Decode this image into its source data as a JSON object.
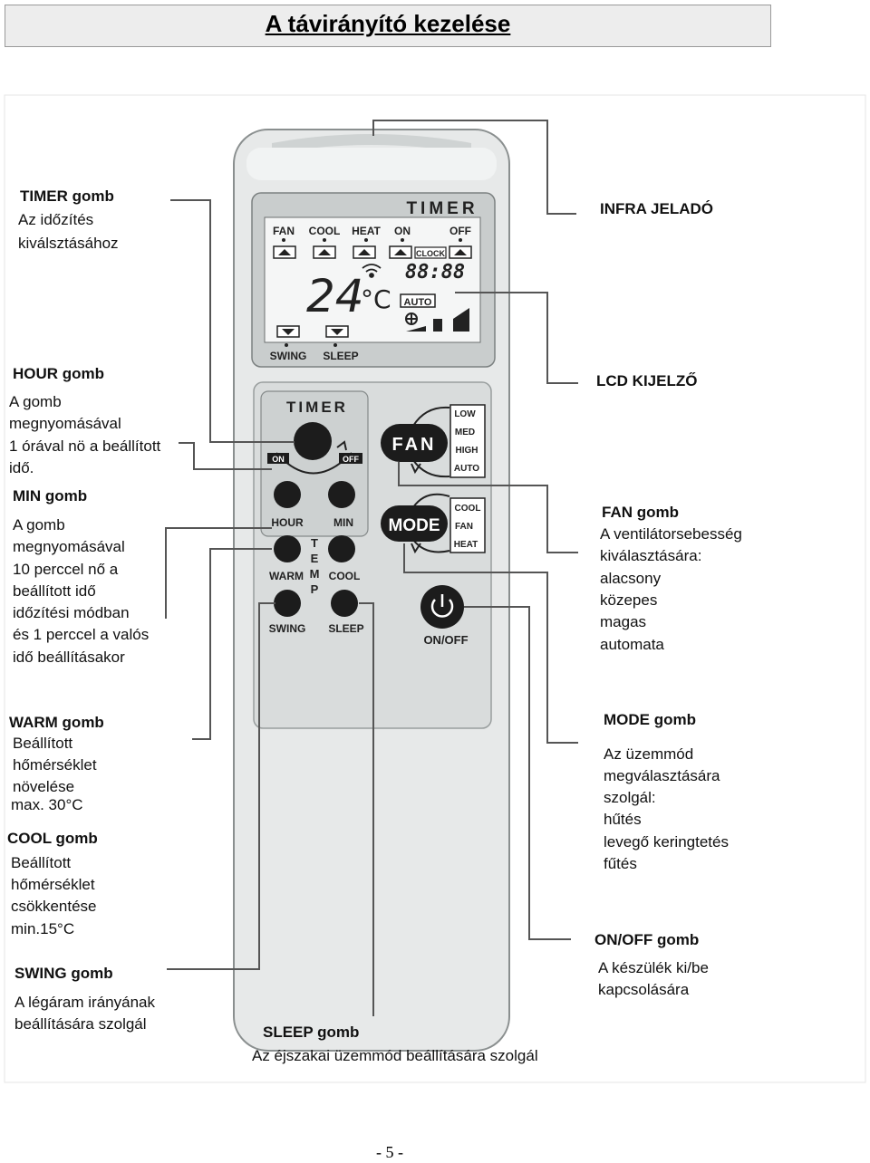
{
  "title": "A távirányító kezelése",
  "page_number": "- 5 -",
  "remote": {
    "lcd": {
      "timer": "TIMER",
      "modes": [
        "FAN",
        "COOL",
        "HEAT",
        "ON",
        "OFF"
      ],
      "clock_tag": "CLOCK",
      "clock": "88:88",
      "temperature": "24",
      "unit": "°C",
      "auto": "AUTO",
      "bottom": [
        "SWING",
        "SLEEP"
      ]
    },
    "buttons": {
      "timer_label": "TIMER",
      "on": "ON",
      "off": "OFF",
      "hour": "HOUR",
      "min": "MIN",
      "warm": "WARM",
      "cool": "COOL",
      "temp": [
        "T",
        "E",
        "M",
        "P"
      ],
      "swing": "SWING",
      "sleep": "SLEEP",
      "fan": "FAN",
      "fan_speeds": [
        "LOW",
        "MED",
        "HIGH",
        "AUTO"
      ],
      "mode": "MODE",
      "mode_list": [
        "COOL",
        "FAN",
        "HEAT"
      ],
      "onoff": "ON/OFF"
    }
  },
  "labels": {
    "timer": {
      "heading": "TIMER gomb",
      "lines": [
        "Az időzítés",
        "kiválsztásához"
      ]
    },
    "hour": {
      "heading": "HOUR gomb",
      "lines": [
        "A gomb",
        "megnyomásával",
        "1 órával nö a beállított",
        "idő."
      ]
    },
    "min": {
      "heading": "MIN gomb",
      "lines": [
        "A gomb",
        "megnyomásával",
        "10 perccel nő a",
        "beállított idő",
        "időzítési módban",
        "és 1 perccel a valós",
        "idő beállításakor"
      ]
    },
    "warm": {
      "heading": "WARM gomb",
      "lines": [
        "Beállított",
        "hőmérséklet",
        "növelése",
        "max. 30°C"
      ]
    },
    "cool": {
      "heading": "COOL gomb",
      "lines": [
        "Beállított",
        "hőmérséklet",
        "csökkentése",
        "min.15°C"
      ]
    },
    "swing": {
      "heading": "SWING gomb",
      "lines": [
        "A légáram irányának",
        "beállítására szolgál"
      ]
    },
    "sleep": {
      "heading": "SLEEP gomb",
      "lines": [
        "Az éjszakai üzemmód beállítására szolgál"
      ]
    },
    "infra": {
      "heading": "INFRA JELADÓ"
    },
    "lcd": {
      "heading": "LCD KIJELZŐ"
    },
    "fan": {
      "heading": "FAN gomb",
      "lines": [
        "A ventilátorsebesség",
        "kiválasztására:",
        "alacsony",
        "közepes",
        "magas",
        "automata"
      ]
    },
    "mode": {
      "heading": "MODE gomb",
      "lines": [
        "Az üzemmód",
        "megválasztására",
        "szolgál:",
        "hűtés",
        "levegő keringtetés",
        "fűtés"
      ]
    },
    "onoff": {
      "heading": "ON/OFF gomb",
      "lines": [
        "A készülék ki/be",
        "kapcsolására"
      ]
    }
  }
}
